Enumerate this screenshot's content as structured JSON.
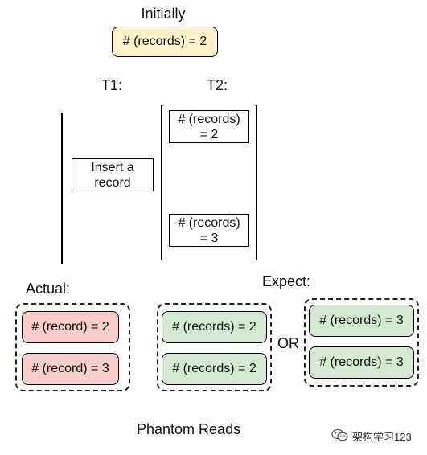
{
  "initial": {
    "label": "Initially",
    "state": "# (records) = 2"
  },
  "t1": {
    "label": "T1:",
    "action_line1": "Insert a",
    "action_line2": "record"
  },
  "t2": {
    "label": "T2:",
    "read1_line1": "# (records)",
    "read1_line2": "= 2",
    "read2_line1": "# (records)",
    "read2_line2": "= 3"
  },
  "actual": {
    "label": "Actual:",
    "items": [
      "# (record) = 2",
      "# (record) = 3"
    ]
  },
  "expect": {
    "label": "Expect:",
    "option1": [
      "# (records) = 2",
      "# (records) = 2"
    ],
    "or_label": "OR",
    "option2": [
      "# (records) = 3",
      "# (records) = 3"
    ]
  },
  "title": "Phantom Reads",
  "watermark": "架构学习123",
  "colors": {
    "initial_fill": "#fff2cc",
    "actual_fill": "#f8cecc",
    "expect_fill": "#d5e8d4"
  }
}
